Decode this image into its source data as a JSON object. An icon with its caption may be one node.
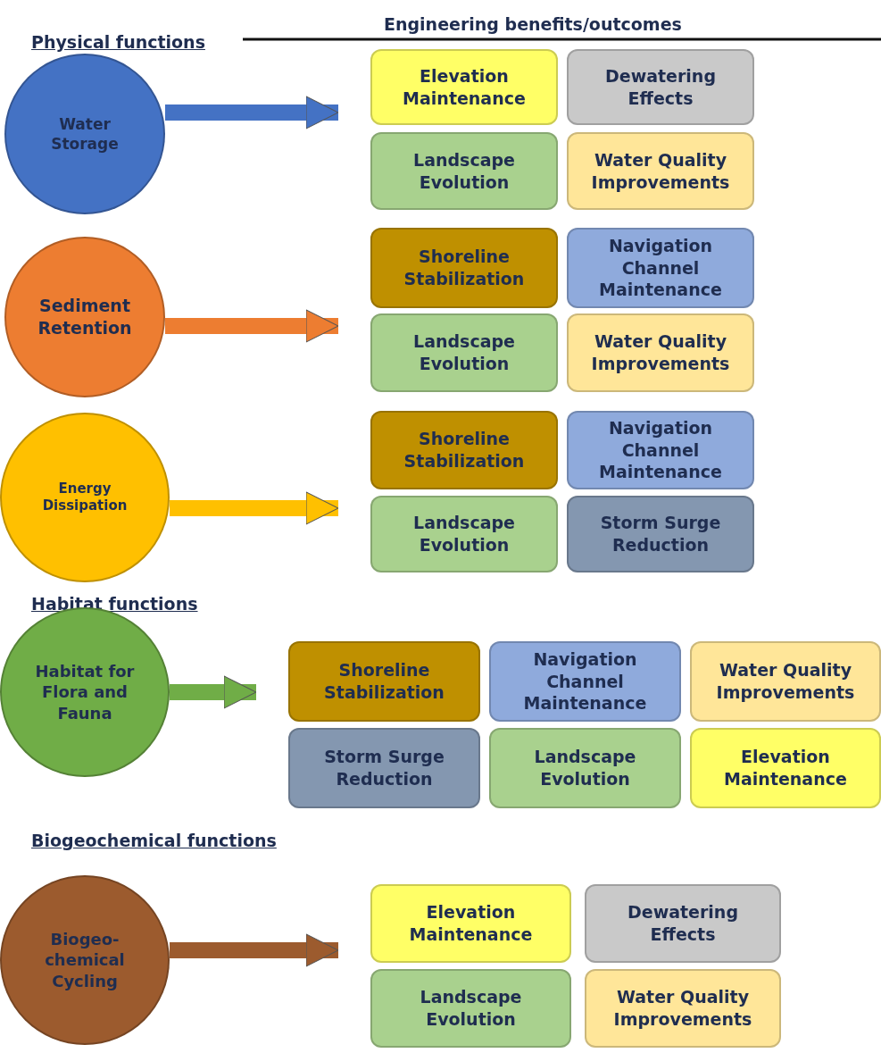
{
  "diagram": {
    "nodes": [
      {
        "text": [
          "Water Storage"
        ]
      },
      {
        "text": [
          "Elevation Maintenance"
        ]
      },
      {
        "text": [
          "Dewatering Effects"
        ]
      },
      {
        "text": [
          "Landscape Evolution"
        ]
      },
      {
        "text": [
          "Water Quality Improvements"
        ]
      },
      {
        "text": [
          "Sediment Retention"
        ]
      },
      {
        "text": [
          "Shoreline Stabilization"
        ]
      },
      {
        "text": [
          "Navigation Channel Maintenance"
        ]
      },
      {
        "text": [
          "Landscape Evolution"
        ]
      },
      {
        "text": [
          "Water Quality Improvements"
        ]
      },
      {
        "text": [
          "Energy Dissipation"
        ]
      },
      {
        "text": [
          "Shoreline Stabilization"
        ]
      },
      {
        "text": [
          "Navigation Channel Maintenance"
        ]
      },
      {
        "text": [
          "Landscape Evolution"
        ]
      },
      {
        "text": [
          "Storm Surge Reduction"
        ]
      },
      {
        "text": [
          "Habitat for Flora and Fauna"
        ]
      },
      {
        "text": [
          "Shoreline Stabilization"
        ]
      },
      {
        "text": [
          "Navigation Channel Maintenance"
        ]
      },
      {
        "text": [
          "Water Quality Improvements"
        ]
      },
      {
        "text": [
          "Storm Surge Reduction"
        ]
      },
      {
        "text": [
          "Landscape Evolution"
        ]
      },
      {
        "text": [
          "Elevation Maintenance"
        ]
      },
      {
        "text": [
          "Biogeo-chemical Cycling"
        ]
      },
      {
        "text": [
          "Elevation Maintenance"
        ]
      },
      {
        "text": [
          "Dewatering Effects"
        ]
      },
      {
        "text": [
          "Landscape Evolution"
        ]
      },
      {
        "text": [
          "Water Quality Improvements"
        ]
      }
    ],
    "edges": [
      {
        "from": 0,
        "to": 1,
        "arrow": "to",
        "color": "#4472c4"
      },
      {
        "from": 5,
        "to": 8,
        "arrow": "to",
        "color": "#ed7d31"
      },
      {
        "from": 10,
        "to": 13,
        "arrow": "to",
        "color": "#ffc000"
      },
      {
        "from": 15,
        "to": 16,
        "arrow": "to",
        "color": "#70ad47"
      },
      {
        "from": 22,
        "to": 23,
        "arrow": "to",
        "color": "#9c5b2e"
      }
    ],
    "labels": [
      "Physical functions",
      "Engineering benefits/outcomes",
      "Habitat functions",
      "Biogeochemical functions"
    ]
  }
}
